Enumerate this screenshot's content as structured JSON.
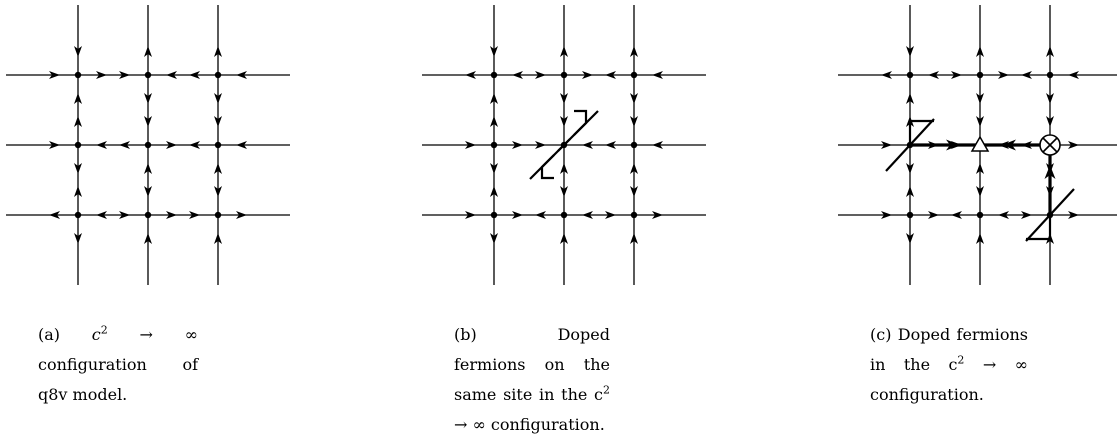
{
  "captions": [
    {
      "id": "a",
      "label": "(a)",
      "pre": "c",
      "sup": "2",
      "post": "→ ∞ configuration of q8v model."
    },
    {
      "id": "b",
      "label": "(b)",
      "pre": "Doped fermions on the same site in the c",
      "sup": "2",
      "post": "→ ∞ configuration."
    },
    {
      "id": "c",
      "label": "(c)",
      "pre": "Doped fermions in the c",
      "sup": "2",
      "post": "→ ∞ configuration."
    }
  ],
  "panels": [
    {
      "name": "panel-a",
      "vertices": [
        {
          "row": 0,
          "col": 0,
          "left": "in",
          "right": "out",
          "up": "in",
          "down": "in"
        },
        {
          "row": 0,
          "col": 1,
          "left": "in",
          "right": "in",
          "up": "out",
          "down": "out"
        },
        {
          "row": 0,
          "col": 2,
          "left": "out",
          "right": "in",
          "up": "out",
          "down": "out"
        },
        {
          "row": 1,
          "col": 0,
          "left": "in",
          "right": "in",
          "up": "out",
          "down": "out"
        },
        {
          "row": 1,
          "col": 1,
          "left": "out",
          "right": "out",
          "up": "in",
          "down": "in"
        },
        {
          "row": 1,
          "col": 2,
          "left": "out",
          "right": "in",
          "up": "in",
          "down": "in"
        },
        {
          "row": 2,
          "col": 0,
          "left": "out",
          "right": "in",
          "up": "out",
          "down": "out"
        },
        {
          "row": 2,
          "col": 1,
          "left": "in",
          "right": "out",
          "up": "in",
          "down": "in"
        },
        {
          "row": 2,
          "col": 2,
          "left": "in",
          "right": "out",
          "up": "in",
          "down": "in"
        }
      ]
    },
    {
      "name": "panel-b",
      "defect": "vertex-1-1-same-site-fermions",
      "vertices": [
        {
          "row": 0,
          "col": 0,
          "left": "out",
          "right": "in",
          "up": "in",
          "down": "in"
        },
        {
          "row": 0,
          "col": 1,
          "left": "in",
          "right": "out",
          "up": "out",
          "down": "out"
        },
        {
          "row": 0,
          "col": 2,
          "left": "out",
          "right": "in",
          "up": "out",
          "down": "out"
        },
        {
          "row": 1,
          "col": 0,
          "left": "in",
          "right": "out",
          "up": "out",
          "down": "out"
        },
        {
          "row": 1,
          "col": 1,
          "left": "in",
          "right": "in",
          "up": "in",
          "down": "in"
        },
        {
          "row": 1,
          "col": 2,
          "left": "out",
          "right": "in",
          "up": "in",
          "down": "in"
        },
        {
          "row": 2,
          "col": 0,
          "left": "in",
          "right": "out",
          "up": "out",
          "down": "out"
        },
        {
          "row": 2,
          "col": 1,
          "left": "out",
          "right": "in",
          "up": "in",
          "down": "in"
        },
        {
          "row": 2,
          "col": 2,
          "left": "in",
          "right": "out",
          "up": "in",
          "down": "in"
        }
      ]
    },
    {
      "name": "panel-c",
      "defects": [
        "fermion-at-1-0",
        "triangle-at-1-1",
        "otimes-at-1-2",
        "fermion-at-2-2"
      ],
      "vertices": [
        {
          "row": 0,
          "col": 0,
          "left": "out",
          "right": "in",
          "up": "in",
          "down": "in"
        },
        {
          "row": 0,
          "col": 1,
          "left": "in",
          "right": "out",
          "up": "out",
          "down": "out"
        },
        {
          "row": 0,
          "col": 2,
          "left": "out",
          "right": "in",
          "up": "out",
          "down": "out"
        },
        {
          "row": 1,
          "col": 0,
          "left": "in",
          "right": "out",
          "up": "out",
          "down": "out"
        },
        {
          "row": 1,
          "col": 1,
          "left": "in",
          "right": "in",
          "up": "in",
          "down": "in"
        },
        {
          "row": 1,
          "col": 2,
          "left": "out",
          "right": "out",
          "up": "in",
          "down": "out"
        },
        {
          "row": 2,
          "col": 0,
          "left": "in",
          "right": "out",
          "up": "out",
          "down": "out"
        },
        {
          "row": 2,
          "col": 1,
          "left": "out",
          "right": "in",
          "up": "in",
          "down": "in"
        },
        {
          "row": 2,
          "col": 2,
          "left": "in",
          "right": "out",
          "up": "in",
          "down": "in"
        }
      ]
    }
  ]
}
